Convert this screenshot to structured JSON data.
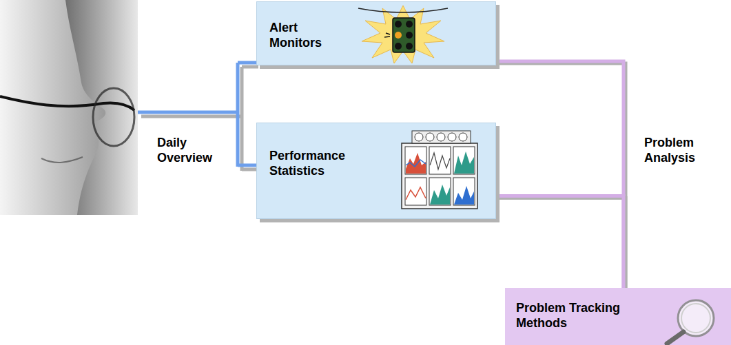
{
  "diagram": {
    "nodes": [
      {
        "text": [
          "Alert Monitors"
        ]
      },
      {
        "text": [
          "Performance Statistics"
        ]
      },
      {
        "text": [
          "Problem Tracking Methods"
        ]
      }
    ],
    "edges": [
      {
        "from": 0,
        "to": 2,
        "arrow": "none"
      },
      {
        "from": 1,
        "to": 2,
        "arrow": "none"
      }
    ],
    "labels": [
      "Daily Overview",
      "Problem Analysis"
    ]
  }
}
